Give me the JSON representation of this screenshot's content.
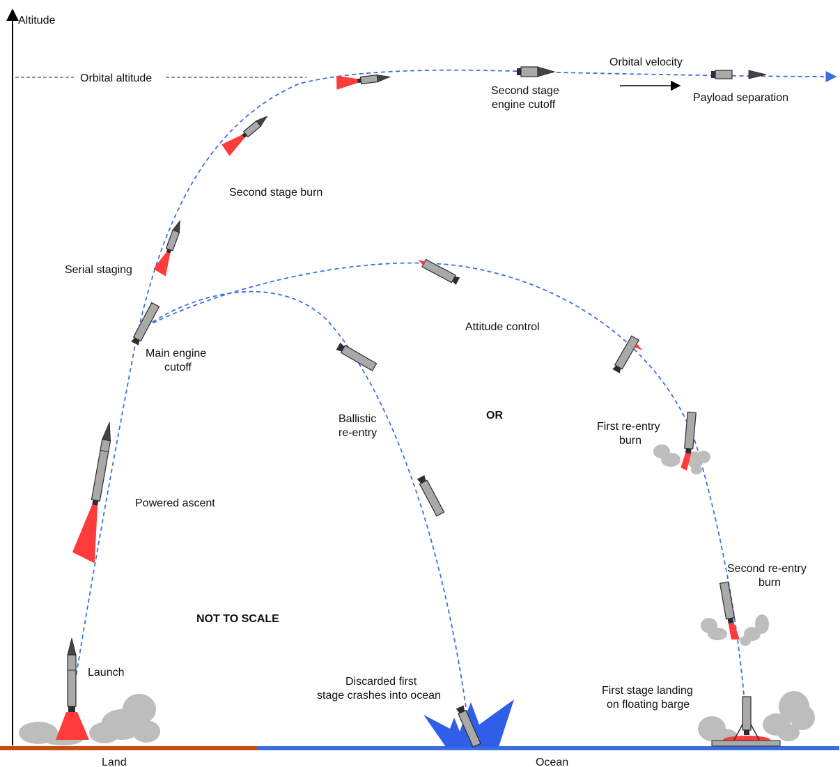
{
  "axis": {
    "y_label": "Altitude"
  },
  "ground": {
    "land_label": "Land",
    "ocean_label": "Ocean"
  },
  "orbit": {
    "altitude_label": "Orbital altitude",
    "velocity_label": "Orbital velocity"
  },
  "phases": {
    "launch": "Launch",
    "powered_ascent": "Powered ascent",
    "meco_line1": "Main engine",
    "meco_line2": "cutoff",
    "serial_staging": "Serial staging",
    "second_stage_burn": "Second stage burn",
    "seco_line1": "Second stage",
    "seco_line2": "engine cutoff",
    "payload_separation": "Payload separation"
  },
  "recovery": {
    "ballistic_line1": "Ballistic",
    "ballistic_line2": "re-entry",
    "or": "OR",
    "attitude_control": "Attitude control",
    "first_reentry_line1": "First re-entry",
    "first_reentry_line2": "burn",
    "second_reentry_line1": "Second re-entry",
    "second_reentry_line2": "burn",
    "crash_line1": "Discarded first",
    "crash_line2": "stage crashes into ocean",
    "landing_line1": "First stage landing",
    "landing_line2": "on floating barge"
  },
  "note": "NOT TO SCALE",
  "colors": {
    "trajectory": "#3b6fe0",
    "flame": "#ff3b3b",
    "land": "#cc4a0f",
    "ocean": "#3b6fe0",
    "splash": "#2f5ee8",
    "rocket_body": "#a9a9a9",
    "smoke": "#bdbdbd"
  }
}
